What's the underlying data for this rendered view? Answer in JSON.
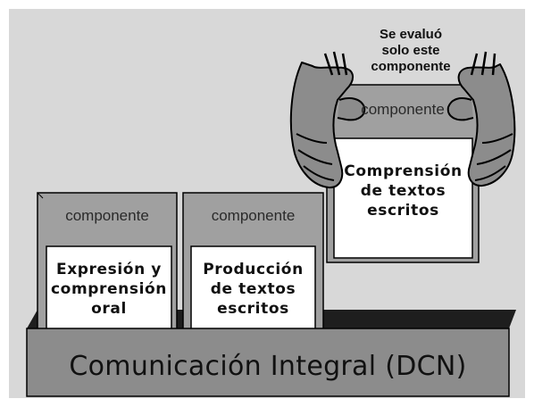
{
  "caption": {
    "line1": "Se evaluó",
    "line2": "solo este",
    "line3": "componente"
  },
  "box": {
    "title": "Comunicación Integral (DCN)"
  },
  "components": [
    {
      "tag": "componente",
      "line1": "Expresión y",
      "line2": "comprensión",
      "line3": "oral"
    },
    {
      "tag": "componente",
      "line1": "Producción",
      "line2": "de textos",
      "line3": "escritos"
    },
    {
      "tag": "componente",
      "line1": "Comprensión",
      "line2": "de textos",
      "line3": "escritos"
    }
  ],
  "colors": {
    "background": "#ffffff",
    "panel": "#d8d8d8",
    "box": "#8c8c8c",
    "box_back": "#1e1e1e",
    "card": "#a0a0a0",
    "card_text_area": "#ffffff",
    "hands": "#8c8c8c",
    "outline": "#000000"
  }
}
